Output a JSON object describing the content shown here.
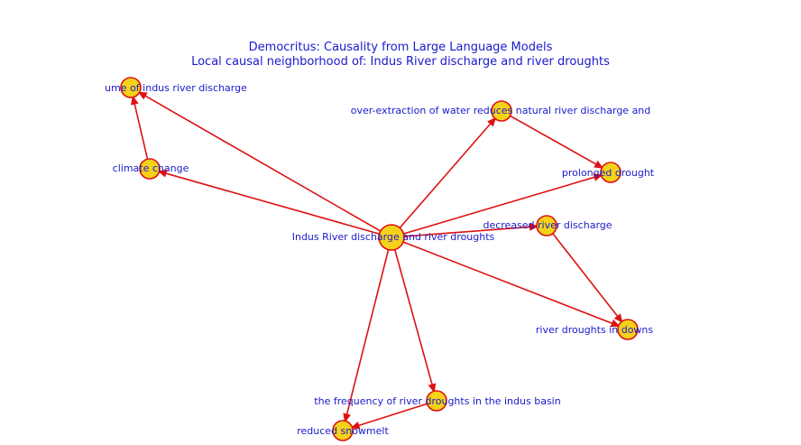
{
  "title": {
    "line1": "Democritus: Causality from Large Language Models",
    "line2": "Local causal neighborhood of: Indus River discharge and river droughts"
  },
  "colors": {
    "edge": "#dd1111",
    "node_fill": "#f5d21a",
    "node_stroke": "#dd1111",
    "label": "#1a1acc"
  },
  "nodes": [
    {
      "id": "center",
      "label": "Indus River discharge and river droughts"
    },
    {
      "id": "volume",
      "label": "ume of indus river discharge"
    },
    {
      "id": "climate",
      "label": "climate change"
    },
    {
      "id": "overextraction",
      "label": "over-extraction of water reduces natural river discharge and"
    },
    {
      "id": "prolonged",
      "label": "prolonged drought"
    },
    {
      "id": "decreased",
      "label": "decreased river discharge"
    },
    {
      "id": "downstream",
      "label": "river droughts in downs"
    },
    {
      "id": "frequency",
      "label": "the frequency of river droughts in the indus basin"
    },
    {
      "id": "snowmelt",
      "label": "reduced snowmelt"
    }
  ],
  "edges": [
    {
      "from": "climate",
      "to": "volume"
    },
    {
      "from": "center",
      "to": "volume"
    },
    {
      "from": "center",
      "to": "climate"
    },
    {
      "from": "center",
      "to": "overextraction"
    },
    {
      "from": "overextraction",
      "to": "prolonged"
    },
    {
      "from": "center",
      "to": "prolonged"
    },
    {
      "from": "center",
      "to": "decreased"
    },
    {
      "from": "decreased",
      "to": "downstream"
    },
    {
      "from": "center",
      "to": "downstream"
    },
    {
      "from": "center",
      "to": "frequency"
    },
    {
      "from": "center",
      "to": "snowmelt"
    },
    {
      "from": "frequency",
      "to": "snowmelt"
    }
  ]
}
